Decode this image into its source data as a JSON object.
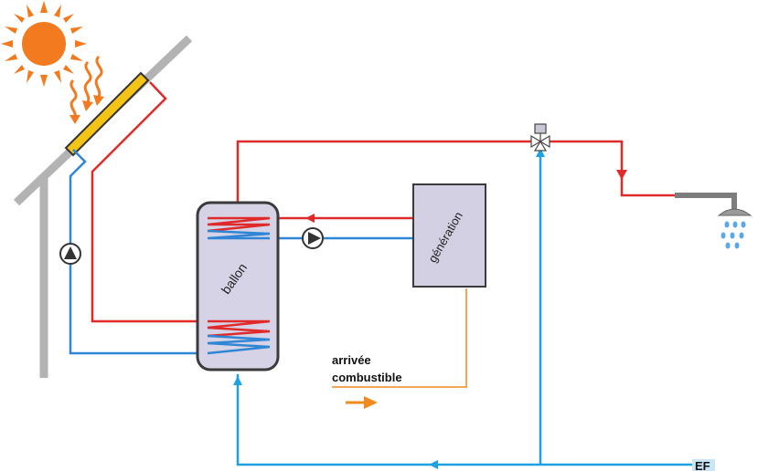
{
  "labels": {
    "tank": "ballon",
    "generator": "génération",
    "fuel_line1": "arrivée",
    "fuel_line2": "combustible",
    "cold_water": "EF"
  },
  "colors": {
    "hot": "#e02a2a",
    "cold": "#2e86d4",
    "cold_main": "#1fa0e0",
    "frame": "#b3b3b3",
    "tank_fill": "#d6d3e6",
    "generator_fill": "#d4d0e3",
    "sun": "#f47a20",
    "fuel": "#ef8a1e",
    "collector": "#f3c316",
    "cold_label_bg": "#c9e6f7"
  },
  "icons": [
    "sun-icon",
    "pump-icon",
    "three-way-valve-icon",
    "shower-head-icon",
    "arrow-icon"
  ]
}
